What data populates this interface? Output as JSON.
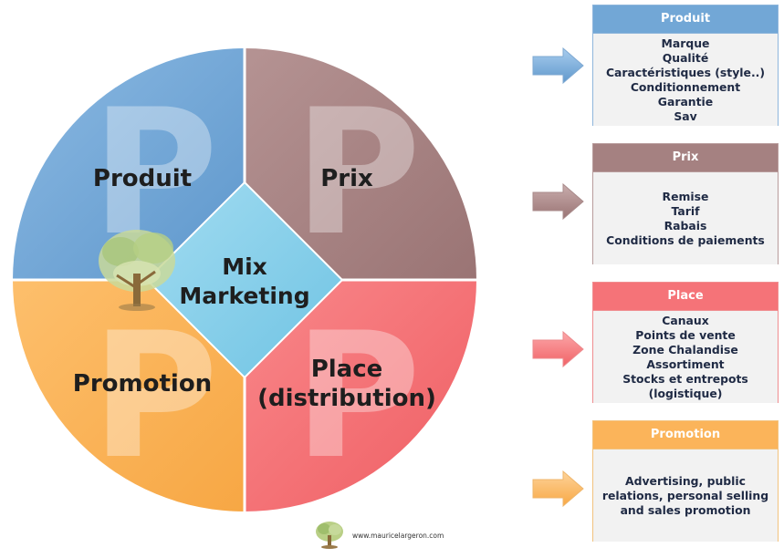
{
  "diagram": {
    "center_line1": "Mix",
    "center_line2": "Marketing",
    "big_letter": "P",
    "quadrants": [
      {
        "label_lines": [
          "Produit"
        ],
        "color": "#72a7d6"
      },
      {
        "label_lines": [
          "Prix"
        ],
        "color": "#a98585"
      },
      {
        "label_lines": [
          "Promotion"
        ],
        "color": "#fbb45a"
      },
      {
        "label_lines": [
          "Place",
          "(distribution)"
        ],
        "color": "#f56e72"
      }
    ],
    "center_color": "#86d0ea"
  },
  "boxes": [
    {
      "title": "Produit",
      "header_color": "#72a7d6",
      "border_color": "#8fb6dc",
      "items": [
        "Marque",
        "Qualité",
        "Caractéristiques (style..)",
        "Conditionnement",
        "Garantie",
        "Sav"
      ]
    },
    {
      "title": "Prix",
      "header_color": "#a58181",
      "border_color": "#b89c9c",
      "items": [
        "Remise",
        "Tarif",
        "Rabais",
        "Conditions de paiements"
      ]
    },
    {
      "title": "Place",
      "header_color": "#f57378",
      "border_color": "#f08d90",
      "items": [
        "Canaux",
        "Points de vente",
        "Zone Chalandise",
        "Assortiment",
        "Stocks et entrepots",
        "(logistique)"
      ]
    },
    {
      "title": "Promotion",
      "header_color": "#fbb45a",
      "border_color": "#f2c27e",
      "items": [
        "Advertising, public",
        "relations, personal selling",
        "and sales promotion"
      ]
    }
  ],
  "footer": {
    "text": "www.mauricelargeron.com"
  }
}
